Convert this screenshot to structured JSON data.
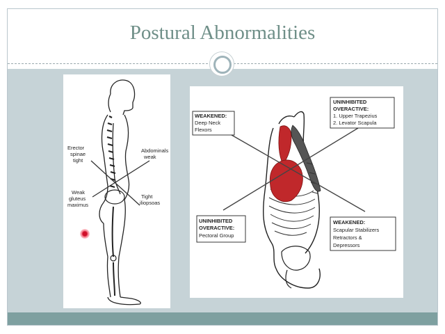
{
  "slide": {
    "title": "Postural Abnormalities"
  },
  "left_figure": {
    "labels": {
      "erector_1": "Erector",
      "erector_2": "spinae",
      "erector_3": "tight",
      "abdominals_1": "Abdominals",
      "abdominals_2": "weak",
      "gluteus_1": "Weak",
      "gluteus_2": "gluteus",
      "gluteus_3": "maximus",
      "iliopsoas_1": "Tight",
      "iliopsoas_2": "iliopsoas"
    }
  },
  "right_figure": {
    "boxes": {
      "deep_neck_1": "WEAKENED:",
      "deep_neck_2": "Deep Neck",
      "deep_neck_3": "Flexors",
      "upper_1": "UNINHIBITED",
      "upper_2": "OVERACTIVE:",
      "upper_3": "1. Upper Trapezius",
      "upper_4": "2. Levator Scapula",
      "pectoral_1": "UNINHIBITED",
      "pectoral_2": "OVERACTIVE:",
      "pectoral_3": "Pectoral Group",
      "scapular_1": "WEAKENED:",
      "scapular_2": "Scapular Stabilizers",
      "scapular_3": "Retractors &",
      "scapular_4": "Depressors"
    }
  },
  "colors": {
    "title": "#6f8f88",
    "content_bg": "#c6d3d7",
    "bottom_bar": "#7ea0a0",
    "muscle_red": "#c0282b",
    "muscle_dark": "#555555",
    "pointer": "#d0102a"
  }
}
